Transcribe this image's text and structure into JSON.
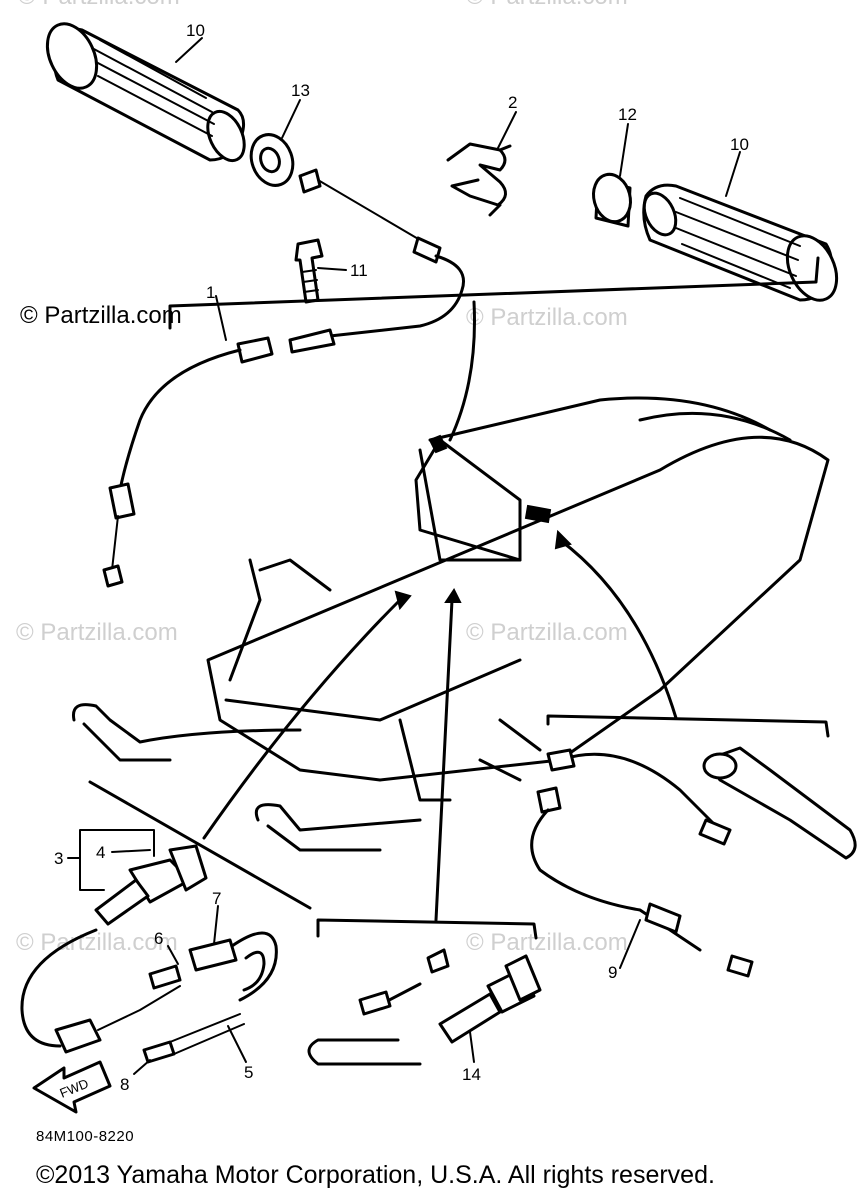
{
  "watermark_main": "© Partzilla.com",
  "watermark_faint": "© Partzilla.com",
  "part_code": "84M100-8220",
  "copyright": "©2013  Yamaha Motor Corporation, U.S.A. All rights reserved.",
  "fwd_label": "FWD",
  "callouts": {
    "c1": "1",
    "c2": "2",
    "c3": "3",
    "c4": "4",
    "c5": "5",
    "c6": "6",
    "c7": "7",
    "c8": "8",
    "c9": "9",
    "c10a": "10",
    "c10b": "10",
    "c11": "11",
    "c12": "12",
    "c13": "13",
    "c14": "14"
  }
}
